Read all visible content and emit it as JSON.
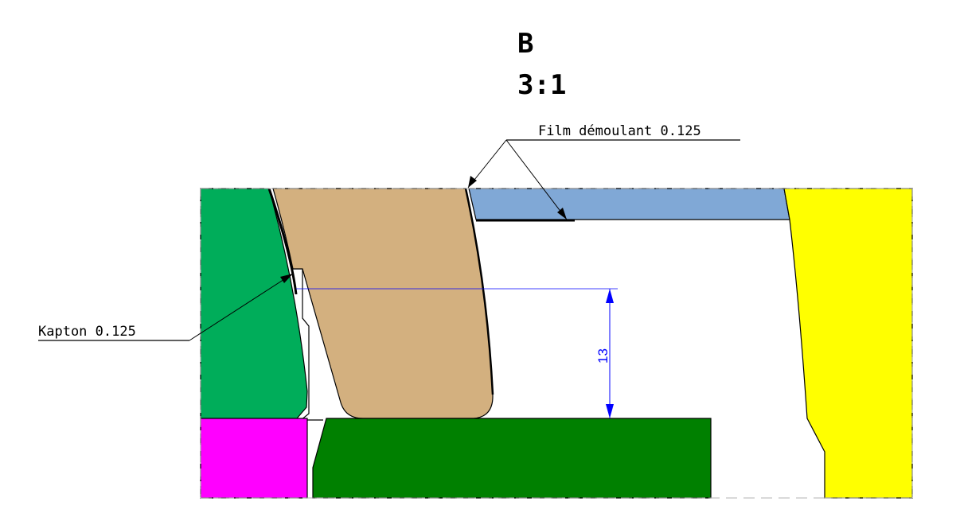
{
  "view": {
    "letter": "B",
    "scale": "3:1"
  },
  "annotations": {
    "release_film": "Film démoulant 0.125",
    "kapton": "Kapton 0.125"
  },
  "dimension": {
    "value": "13"
  },
  "colors": {
    "green_left": "#00ad5a",
    "tan_insert": "#d3b07f",
    "blue_film_plate": "#80a8d6",
    "yellow_right": "#ffff00",
    "magenta_block": "#ff00ff",
    "dark_green_base": "#008000",
    "dimension_blue": "#0000ff",
    "outline": "#000000"
  }
}
